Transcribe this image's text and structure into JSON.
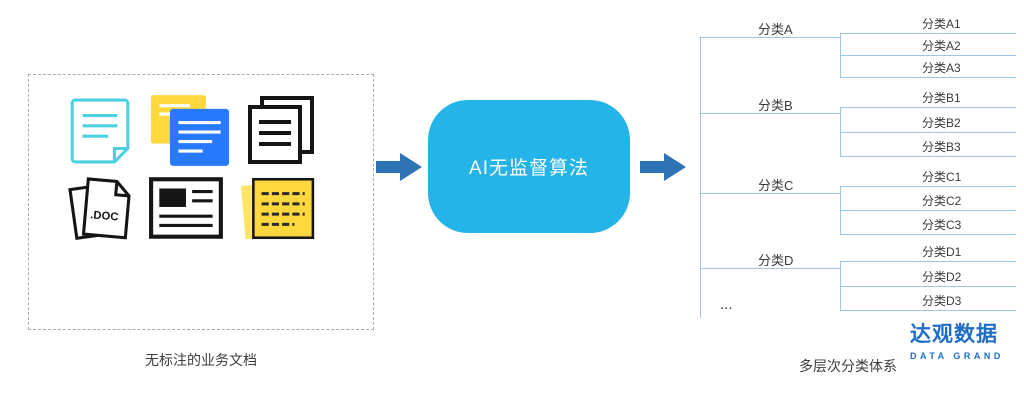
{
  "left_panel": {
    "caption": "无标注的业务文档",
    "doc_label": ".DOC",
    "icons": [
      "teal-document-icon",
      "yellow-blue-documents-icon",
      "document-stack-icon",
      "doc-file-icon",
      "newspaper-icon",
      "yellow-note-icon"
    ]
  },
  "process": {
    "box_label": "AI无监督算法"
  },
  "tree": {
    "caption": "多层次分类体系",
    "ellipsis": "...",
    "groups": [
      {
        "label": "分类A",
        "children": [
          "分类A1",
          "分类A2",
          "分类A3"
        ]
      },
      {
        "label": "分类B",
        "children": [
          "分类B1",
          "分类B2",
          "分类B3"
        ]
      },
      {
        "label": "分类C",
        "children": [
          "分类C1",
          "分类C2",
          "分类C3"
        ]
      },
      {
        "label": "分类D",
        "children": [
          "分类D1",
          "分类D2",
          "分类D3"
        ]
      }
    ]
  },
  "logo": {
    "title": "达观数据",
    "subtitle": "DATA GRAND"
  },
  "colors": {
    "process_box": "#25b4e8",
    "arrow": "#2e74b5",
    "tree_line": "#9fc5e8",
    "logo_blue": "#1e6ec8"
  }
}
